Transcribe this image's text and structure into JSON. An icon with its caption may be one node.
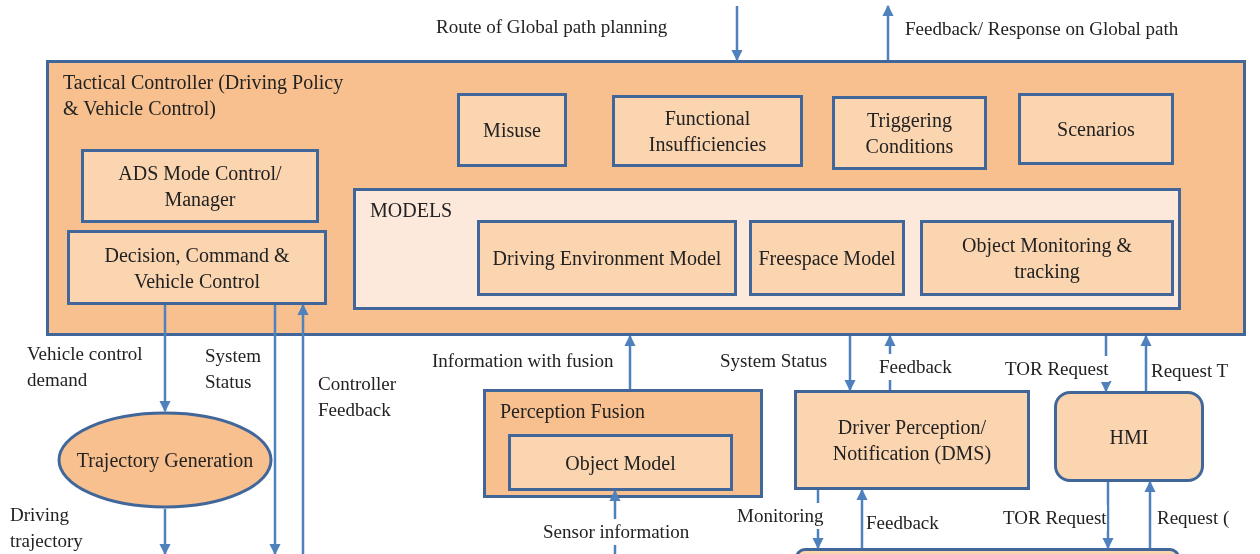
{
  "diagram": {
    "nodes": [
      {
        "text": [
          "Tactical Controller (Driving Policy & Vehicle Control)"
        ]
      },
      {
        "text": [
          "Misuse"
        ],
        "in": 0
      },
      {
        "text": [
          "Functional Insufficiencies"
        ],
        "in": 0
      },
      {
        "text": [
          "Triggering Conditions"
        ],
        "in": 0
      },
      {
        "text": [
          "Scenarios"
        ],
        "in": 0
      },
      {
        "text": [
          "ADS Mode Control/ Manager"
        ],
        "in": 0
      },
      {
        "text": [
          "MODELS"
        ],
        "in": 0
      },
      {
        "text": [
          "Decision, Command & Vehicle Control"
        ],
        "in": 0
      },
      {
        "text": [
          "Driving Environment Model"
        ],
        "in": 6
      },
      {
        "text": [
          "Freespace Model"
        ],
        "in": 6
      },
      {
        "text": [
          "Object Monitoring & tracking"
        ],
        "in": 6
      },
      {
        "text": [
          "Trajectory Generation"
        ]
      },
      {
        "text": [
          "Perception Fusion"
        ]
      },
      {
        "text": [
          "Object Model"
        ],
        "in": 12
      },
      {
        "text": [
          "Driver Perception/ Notification (DMS)"
        ]
      },
      {
        "text": [
          "HMI"
        ]
      },
      {
        "text": [],
        "shape": "box"
      }
    ],
    "edges": [
      {
        "from": null,
        "to": 0,
        "arrow": "to",
        "label": "Route of Global path planning"
      },
      {
        "from": 0,
        "to": null,
        "arrow": "to",
        "label": "Feedback/ Response on Global path"
      },
      {
        "from": 7,
        "to": 11,
        "arrow": "to",
        "label": "Vehicle control demand"
      },
      {
        "from": 11,
        "to": null,
        "arrow": "to",
        "label": "Driving trajectory"
      },
      {
        "from": 7,
        "to": null,
        "arrow": "to",
        "label": "System Status"
      },
      {
        "from": null,
        "to": 7,
        "arrow": "to",
        "label": "Controller Feedback"
      },
      {
        "from": 12,
        "to": 0,
        "arrow": "to",
        "label": "Information with fusion"
      },
      {
        "from": null,
        "to": 13,
        "arrow": "to",
        "label": "Sensor information"
      },
      {
        "from": 0,
        "to": 14,
        "arrow": "to",
        "label": "System Status"
      },
      {
        "from": 14,
        "to": 0,
        "arrow": "to",
        "label": "Feedback"
      },
      {
        "from": 0,
        "to": 15,
        "arrow": "to",
        "label": "TOR Request"
      },
      {
        "from": 15,
        "to": 0,
        "arrow": "to",
        "label": "Request T"
      },
      {
        "from": 14,
        "to": 16,
        "arrow": "to",
        "label": "Monitoring"
      },
      {
        "from": 16,
        "to": 14,
        "arrow": "to",
        "label": "Feedback"
      },
      {
        "from": 15,
        "to": 16,
        "arrow": "to",
        "label": "TOR Request"
      },
      {
        "from": 16,
        "to": 15,
        "arrow": "to",
        "label": "Request ("
      }
    ]
  }
}
